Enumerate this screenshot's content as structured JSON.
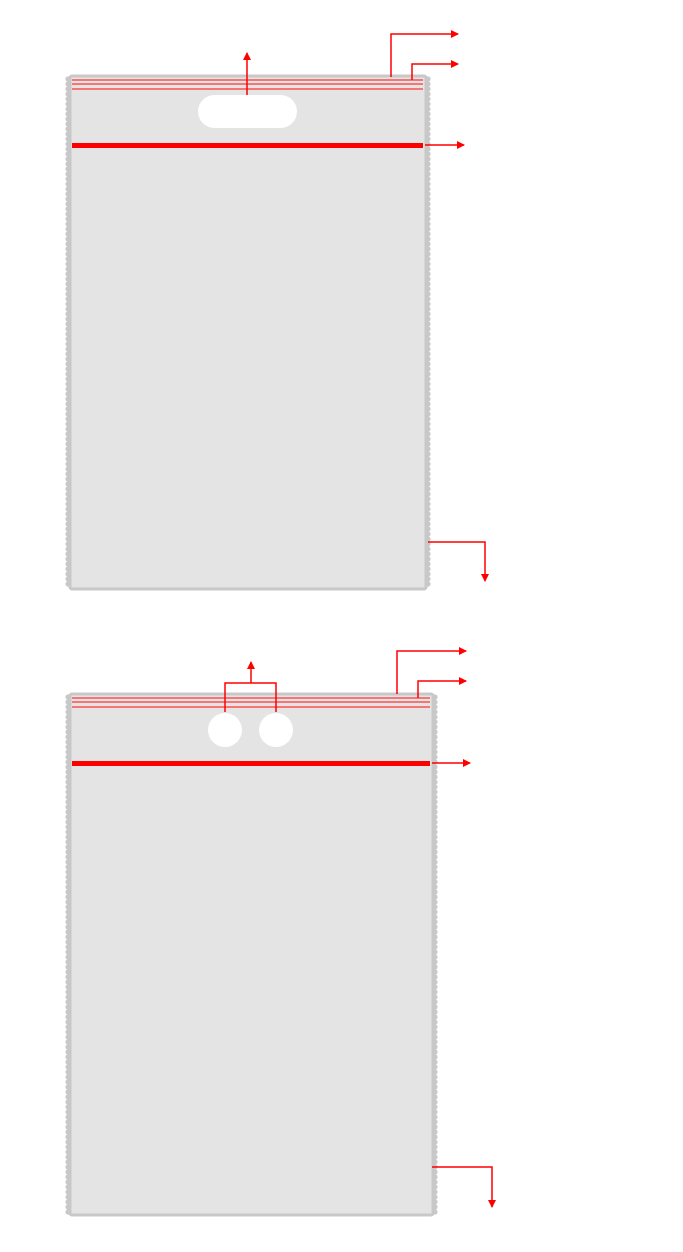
{
  "colors": {
    "bag_fill": "#e4e4e4",
    "bag_edge": "#c8c8c8",
    "accent": "#ff0000",
    "hole": "#ffffff"
  },
  "bags": [
    {
      "name": "bag-with-slot-handle",
      "hang_hole": "euro-slot"
    },
    {
      "name": "bag-with-two-round-holes",
      "hang_hole": "double-round"
    }
  ]
}
